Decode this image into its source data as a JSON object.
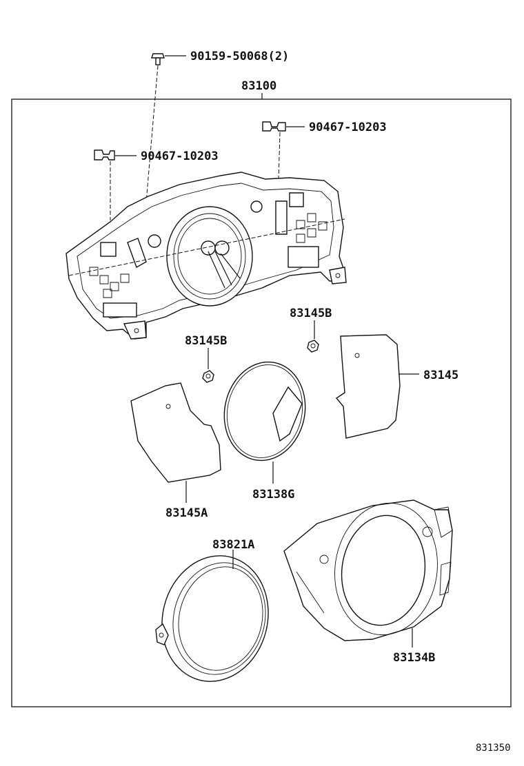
{
  "callouts": {
    "screw": "90159-50068(2)",
    "assembly": "83100",
    "clip_right": "90467-10203",
    "clip_left": "90467-10203",
    "bulb_right": "83145B",
    "bulb_left": "83145B",
    "plate_right": "83145",
    "dial_center": "83138G",
    "plate_left": "83145A",
    "ring": "83821A",
    "glass": "83134B"
  },
  "figure_code": "831350"
}
